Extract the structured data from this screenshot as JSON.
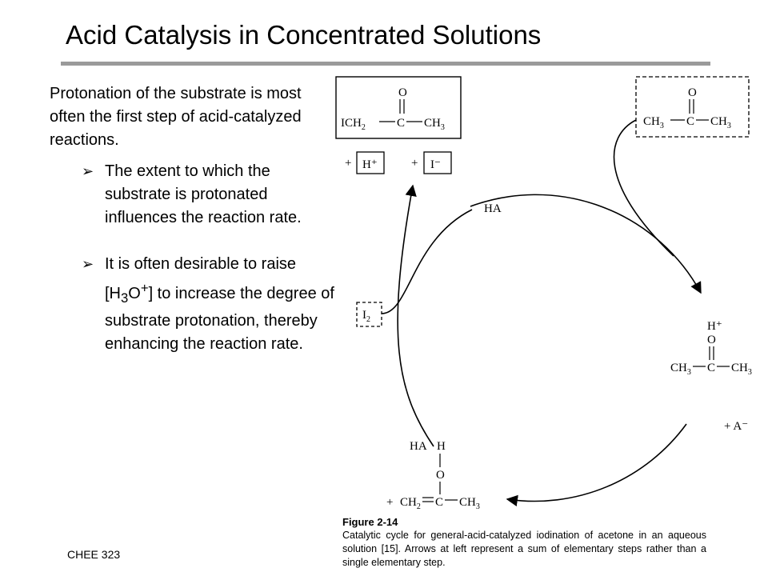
{
  "slide": {
    "title": "Acid Catalysis in Concentrated Solutions",
    "intro": "Protonation of the substrate is most often the first step of acid-catalyzed reactions.",
    "bullets": [
      "The extent to which the substrate is protonated influences the reaction rate.",
      {
        "pre": "It is often desirable to raise [H",
        "sub": "3",
        "mid": "O",
        "sup": "+",
        "post": "] to increase the degree of substrate protonation, thereby enhancing the reaction rate."
      }
    ],
    "footer": "CHEE 323"
  },
  "figure": {
    "caption_title": "Figure 2-14",
    "caption_text": "Catalytic cycle for general-acid-catalyzed iodination of acetone in an aqueous solution [15]. Arrows at left represent a sum of elementary steps rather than a single elementary step.",
    "labels": {
      "ha_top": "HA",
      "plus_a_minus": "+ A⁻",
      "ha_bottom": "HA",
      "h_bottom": "H",
      "o_bottom": "O",
      "o_product": "O",
      "o_reactant": "O",
      "o_protonated": "O",
      "h_plus_protonated": "H⁺",
      "plus": "+",
      "h_plus_box": "H⁺",
      "i_minus_box": "I⁻",
      "c": "C",
      "ich2": "ICH",
      "ch": "CH",
      "sub2": "2",
      "sub3": "3",
      "i": "I"
    }
  }
}
